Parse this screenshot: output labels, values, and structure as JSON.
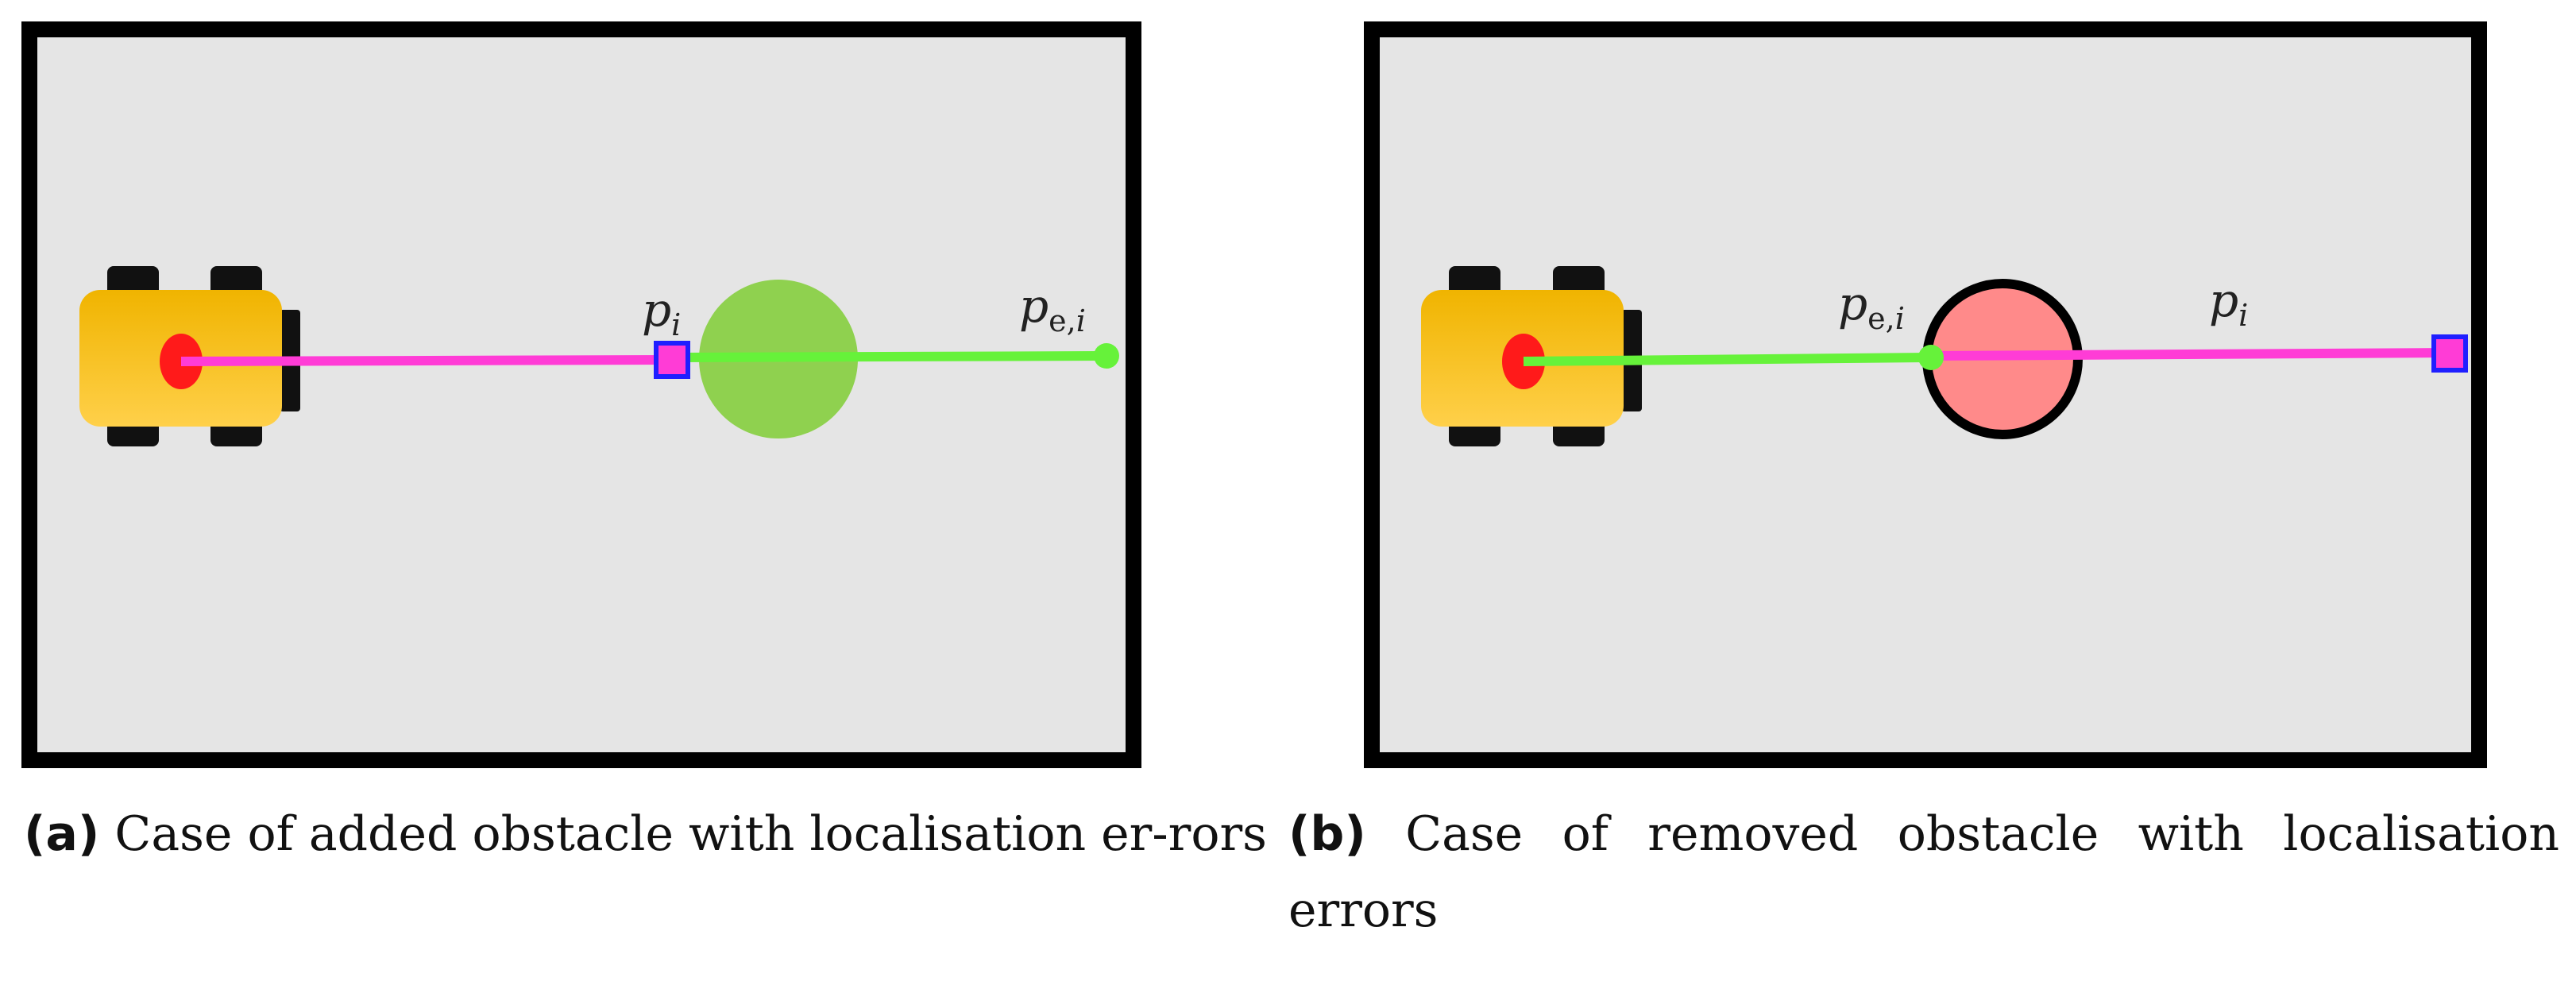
{
  "panels": [
    {
      "id": "a",
      "caption_label": "(a)",
      "caption_text": "Case of added obstacle with localisation er-rors",
      "point_labels": {
        "true_point": "p_i",
        "estimated_point": "p_e,i"
      }
    },
    {
      "id": "b",
      "caption_label": "(b)",
      "caption_text": "Case of removed obstacle with localisation errors",
      "point_labels": {
        "true_point": "p_i",
        "estimated_point": "p_e,i"
      }
    }
  ],
  "colors": {
    "frame": "#000000",
    "background": "#e5e5e5",
    "robot_body": "#f5b800",
    "wheel": "#111111",
    "sensor": "#ff1a1a",
    "measured_ray": "#ff3cd6",
    "estimated_ray": "#66f23a",
    "added_obstacle": "#8fd14f",
    "removed_obstacle": "#ff8a8a",
    "marker_square": "#1f1fff"
  },
  "icons": [
    "robot-car-icon",
    "obstacle-circle-icon",
    "point-marker-square-icon",
    "point-marker-dot-icon"
  ]
}
